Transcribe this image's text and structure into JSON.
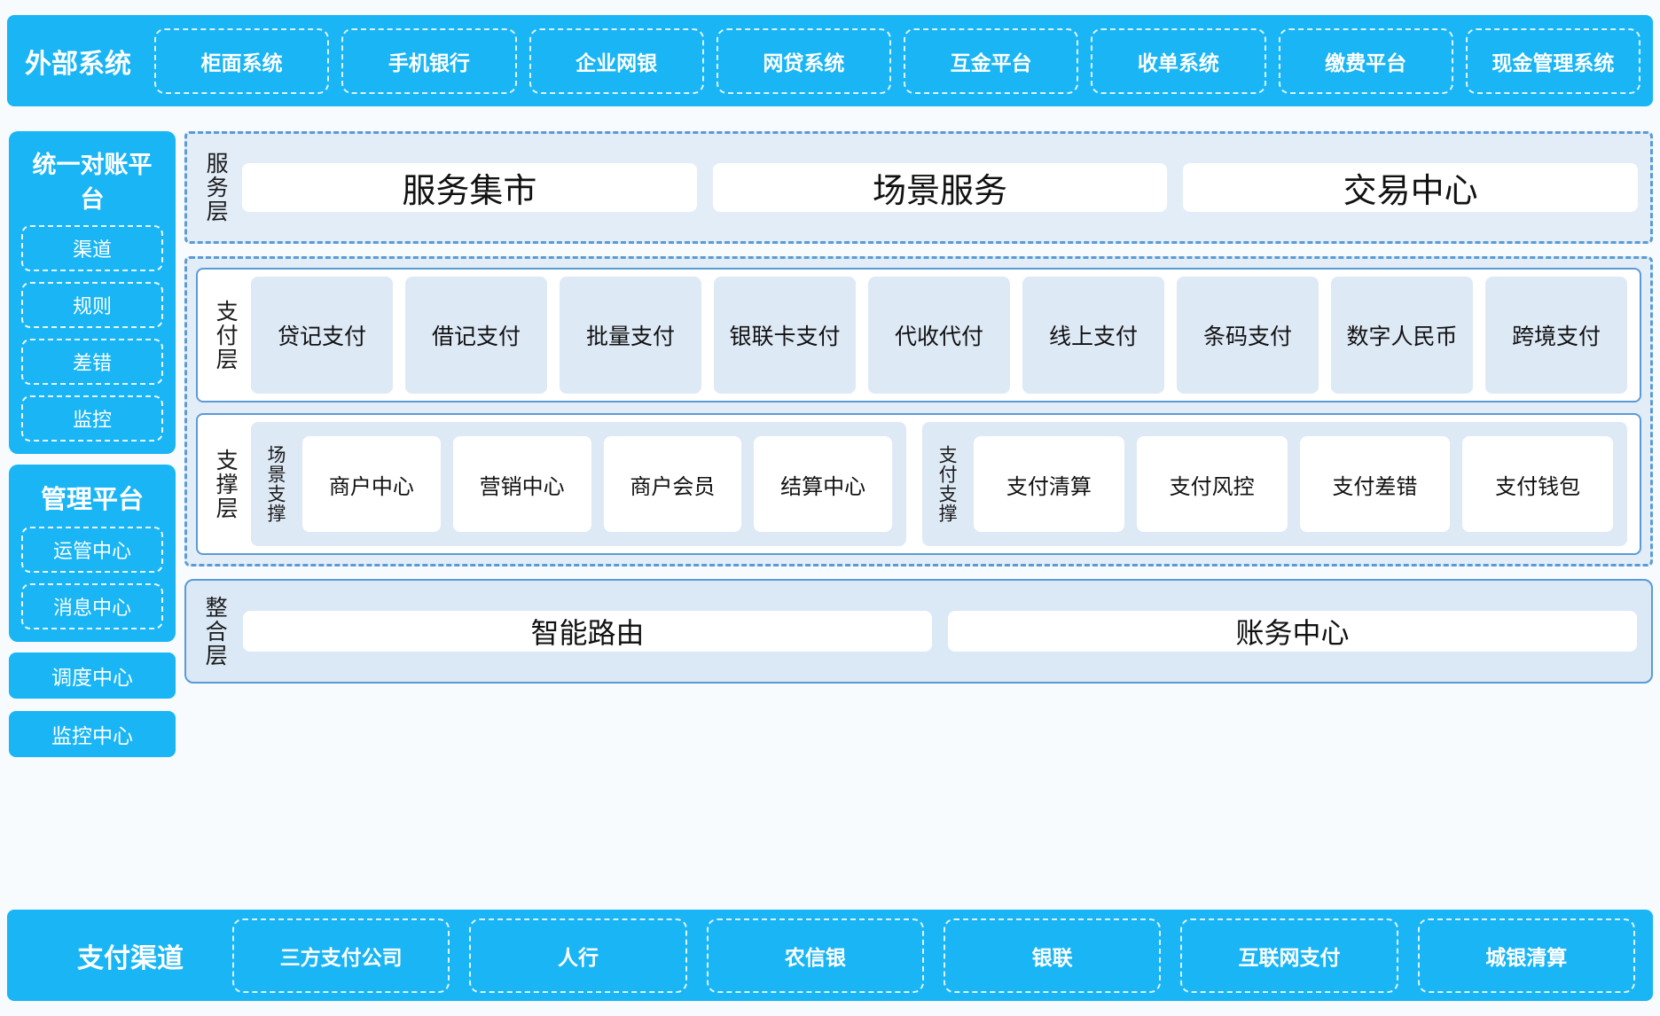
{
  "external_systems": {
    "title": "外部系统",
    "items": [
      "柜面系统",
      "手机银行",
      "企业网银",
      "网贷系统",
      "互金平台",
      "收单系统",
      "缴费平台",
      "现金管理系统"
    ]
  },
  "sidebar": {
    "recon_platform": {
      "title": "统一对账平台",
      "items": [
        "渠道",
        "规则",
        "差错",
        "监控"
      ]
    },
    "manage_platform": {
      "title": "管理平台",
      "items": [
        "运管中心",
        "消息中心"
      ]
    },
    "standalone": [
      "调度中心",
      "监控中心"
    ]
  },
  "service_layer": {
    "label": "服务层",
    "cards": [
      "服务集市",
      "场景服务",
      "交易中心"
    ]
  },
  "payment_layer": {
    "label": "支付层",
    "cards": [
      "贷记支付",
      "借记支付",
      "批量支付",
      "银联卡支付",
      "代收代付",
      "线上支付",
      "条码支付",
      "数字人民币",
      "跨境支付"
    ]
  },
  "support_layer": {
    "label": "支撑层",
    "groups": [
      {
        "label": "场景支撑",
        "cards": [
          "商户中心",
          "营销中心",
          "商户会员",
          "结算中心"
        ]
      },
      {
        "label": "支付支撑",
        "cards": [
          "支付清算",
          "支付风控",
          "支付差错",
          "支付钱包"
        ]
      }
    ]
  },
  "integration_layer": {
    "label": "整合层",
    "cards": [
      "智能路由",
      "账务中心"
    ]
  },
  "payment_channels": {
    "title": "支付渠道",
    "items": [
      "三方支付公司",
      "人行",
      "农信银",
      "银联",
      "互联网支付",
      "城银清算"
    ]
  },
  "colors": {
    "brand_blue": "#19b5f5",
    "panel_border": "#5b9bd5",
    "panel_fill": "#e3edf8",
    "cell_fill": "#dee9f6"
  }
}
